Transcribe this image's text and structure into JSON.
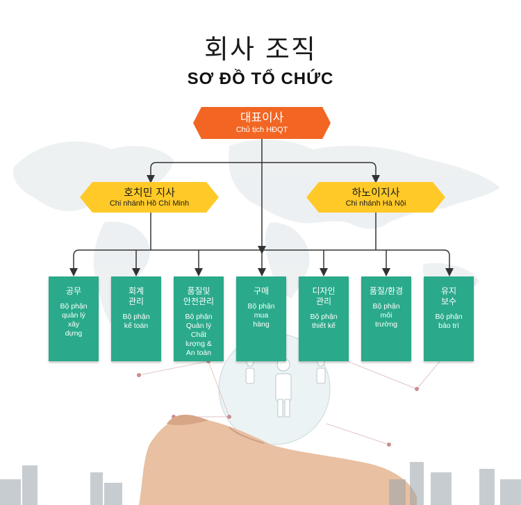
{
  "title": {
    "korean": "회사 조직",
    "vietnamese": "SƠ ĐỒ TỔ CHỨC"
  },
  "top": {
    "korean": "대표이사",
    "vietnamese": "Chủ tịch HĐQT",
    "color": "#f26522"
  },
  "branches": [
    {
      "korean": "호치민 지사",
      "vietnamese": "Chi nhánh Hồ Chí Minh"
    },
    {
      "korean": "하노이지사",
      "vietnamese": "Chi nhánh Hà Nội"
    }
  ],
  "branch_color": "#ffc928",
  "departments": [
    {
      "korean": "공무",
      "vietnamese": "Bộ phận\nquản lý\nxây\ndựng"
    },
    {
      "korean": "회계\n관리",
      "vietnamese": "Bộ phận\nkế toán"
    },
    {
      "korean": "품질및\n안전관리",
      "vietnamese": "Bộ phận\nQuản lý\nChất\nlượng &\nAn toàn"
    },
    {
      "korean": "구매",
      "vietnamese": "Bộ phận\nmua\nhàng"
    },
    {
      "korean": "디자인\n관리",
      "vietnamese": "Bộ phận\nthiết kế"
    },
    {
      "korean": "품질/환경",
      "vietnamese": "Bộ phận\nmôi\ntrường"
    },
    {
      "korean": "유지\n보수",
      "vietnamese": "Bộ phận\nbảo trì"
    }
  ],
  "department_color": "#2aaa8a",
  "connector_color": "#333333",
  "background_icons": [
    "world-map-icon",
    "globe-network-icon",
    "people-icon",
    "hand-icon",
    "city-skyline-icon"
  ]
}
